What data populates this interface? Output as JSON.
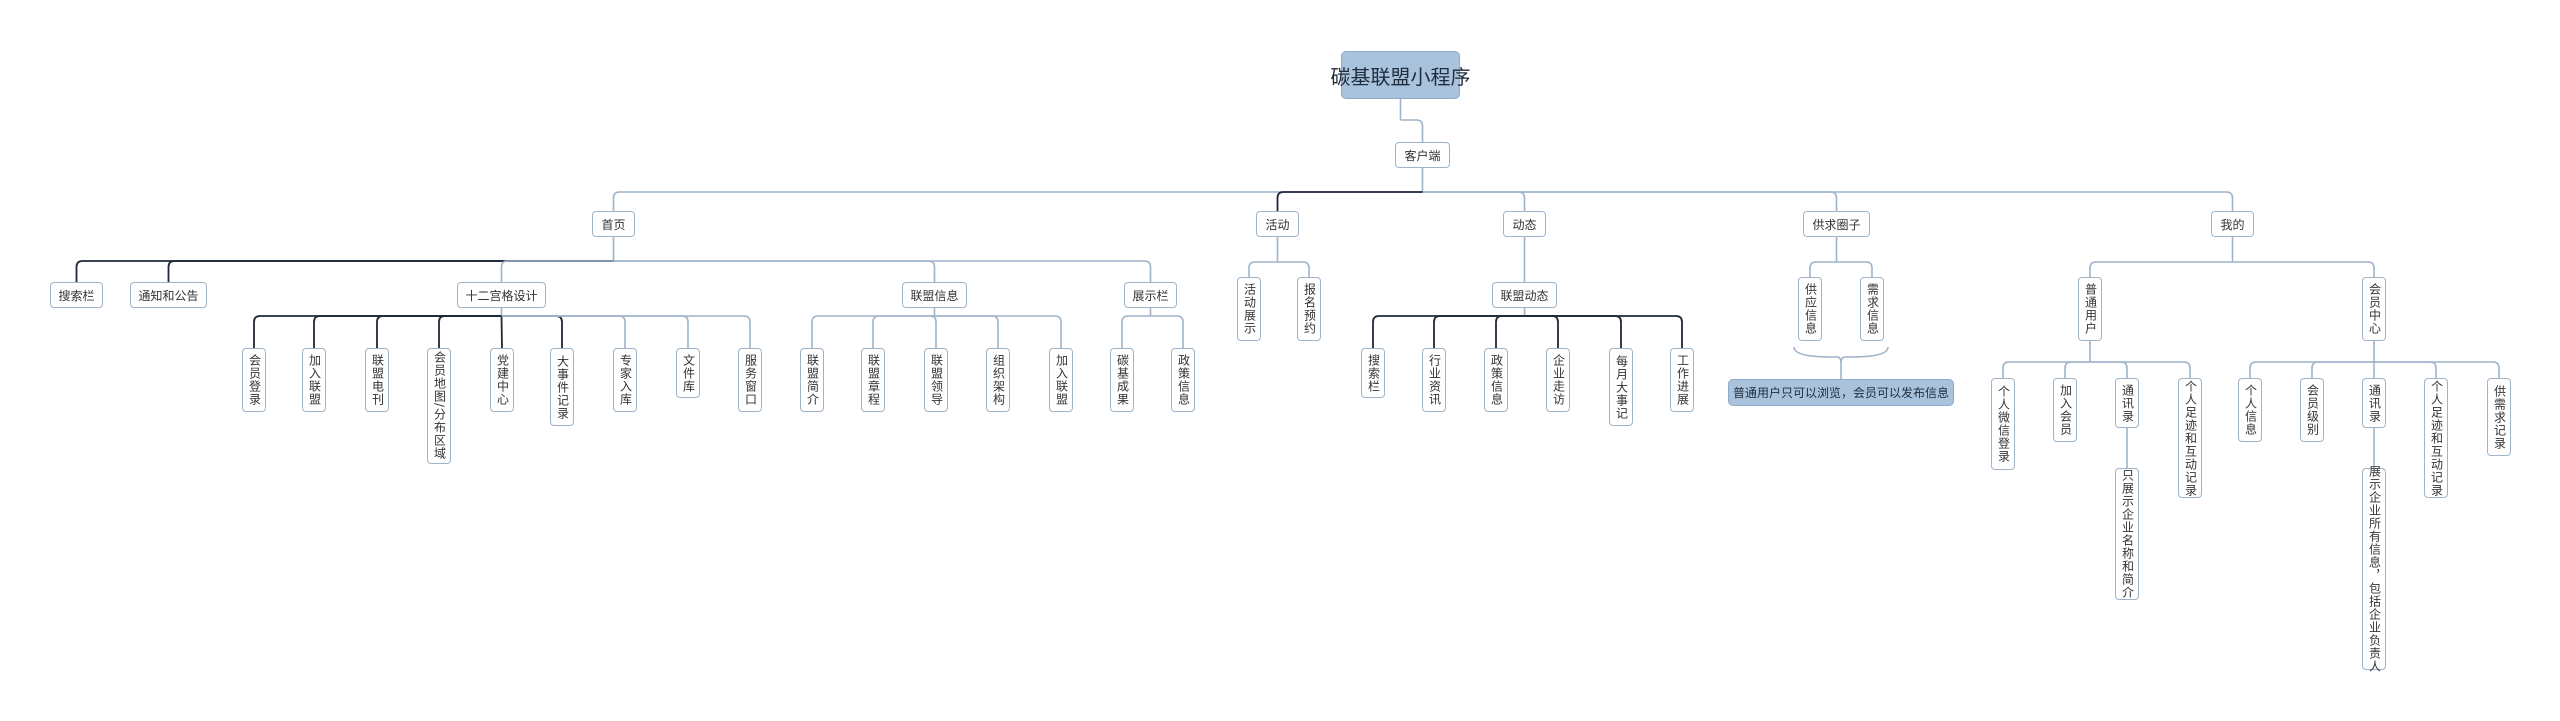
{
  "diagram": {
    "root": "碳基联盟小程序",
    "client": "客户端",
    "home": {
      "label": "首页",
      "search_bar": "搜索栏",
      "notices": "通知和公告",
      "palace": {
        "label": "十二宫格设计",
        "items": [
          "会员登录",
          "加入联盟",
          "联盟电刊",
          "会员地图/分布区域",
          "党建中心",
          "大事件记录",
          "专家入库",
          "文件库",
          "服务窗口"
        ]
      },
      "alliance_info": {
        "label": "联盟信息",
        "items": [
          "联盟简介",
          "联盟章程",
          "联盟领导",
          "组织架构",
          "加入联盟"
        ]
      },
      "showcase": {
        "label": "展示栏",
        "items": [
          "碳基成果",
          "政策信息"
        ]
      }
    },
    "activity": {
      "label": "活动",
      "items": [
        "活动展示",
        "报名预约"
      ]
    },
    "dynamics": {
      "label": "动态",
      "news": {
        "label": "联盟动态",
        "items": [
          "搜索栏",
          "行业资讯",
          "政策信息",
          "企业走访",
          "每月大事记",
          "工作进展"
        ]
      }
    },
    "supply": {
      "label": "供求圈子",
      "items": [
        "供应信息",
        "需求信息"
      ],
      "note": "普通用户只可以浏览，会员可以发布信息"
    },
    "mine": {
      "label": "我的",
      "normal": {
        "label": "普通用户",
        "items": [
          "个人微信登录",
          "加入会员",
          "通讯录",
          "个人足迹和互动记录"
        ],
        "directory_detail": "只展示企业名称和简介"
      },
      "member": {
        "label": "会员中心",
        "items": [
          "个人信息",
          "会员级别",
          "通讯录",
          "个人足迹和互动记录",
          "供需求记录"
        ],
        "directory_detail": "展示企业所有信息，包括企业负责人"
      }
    }
  }
}
